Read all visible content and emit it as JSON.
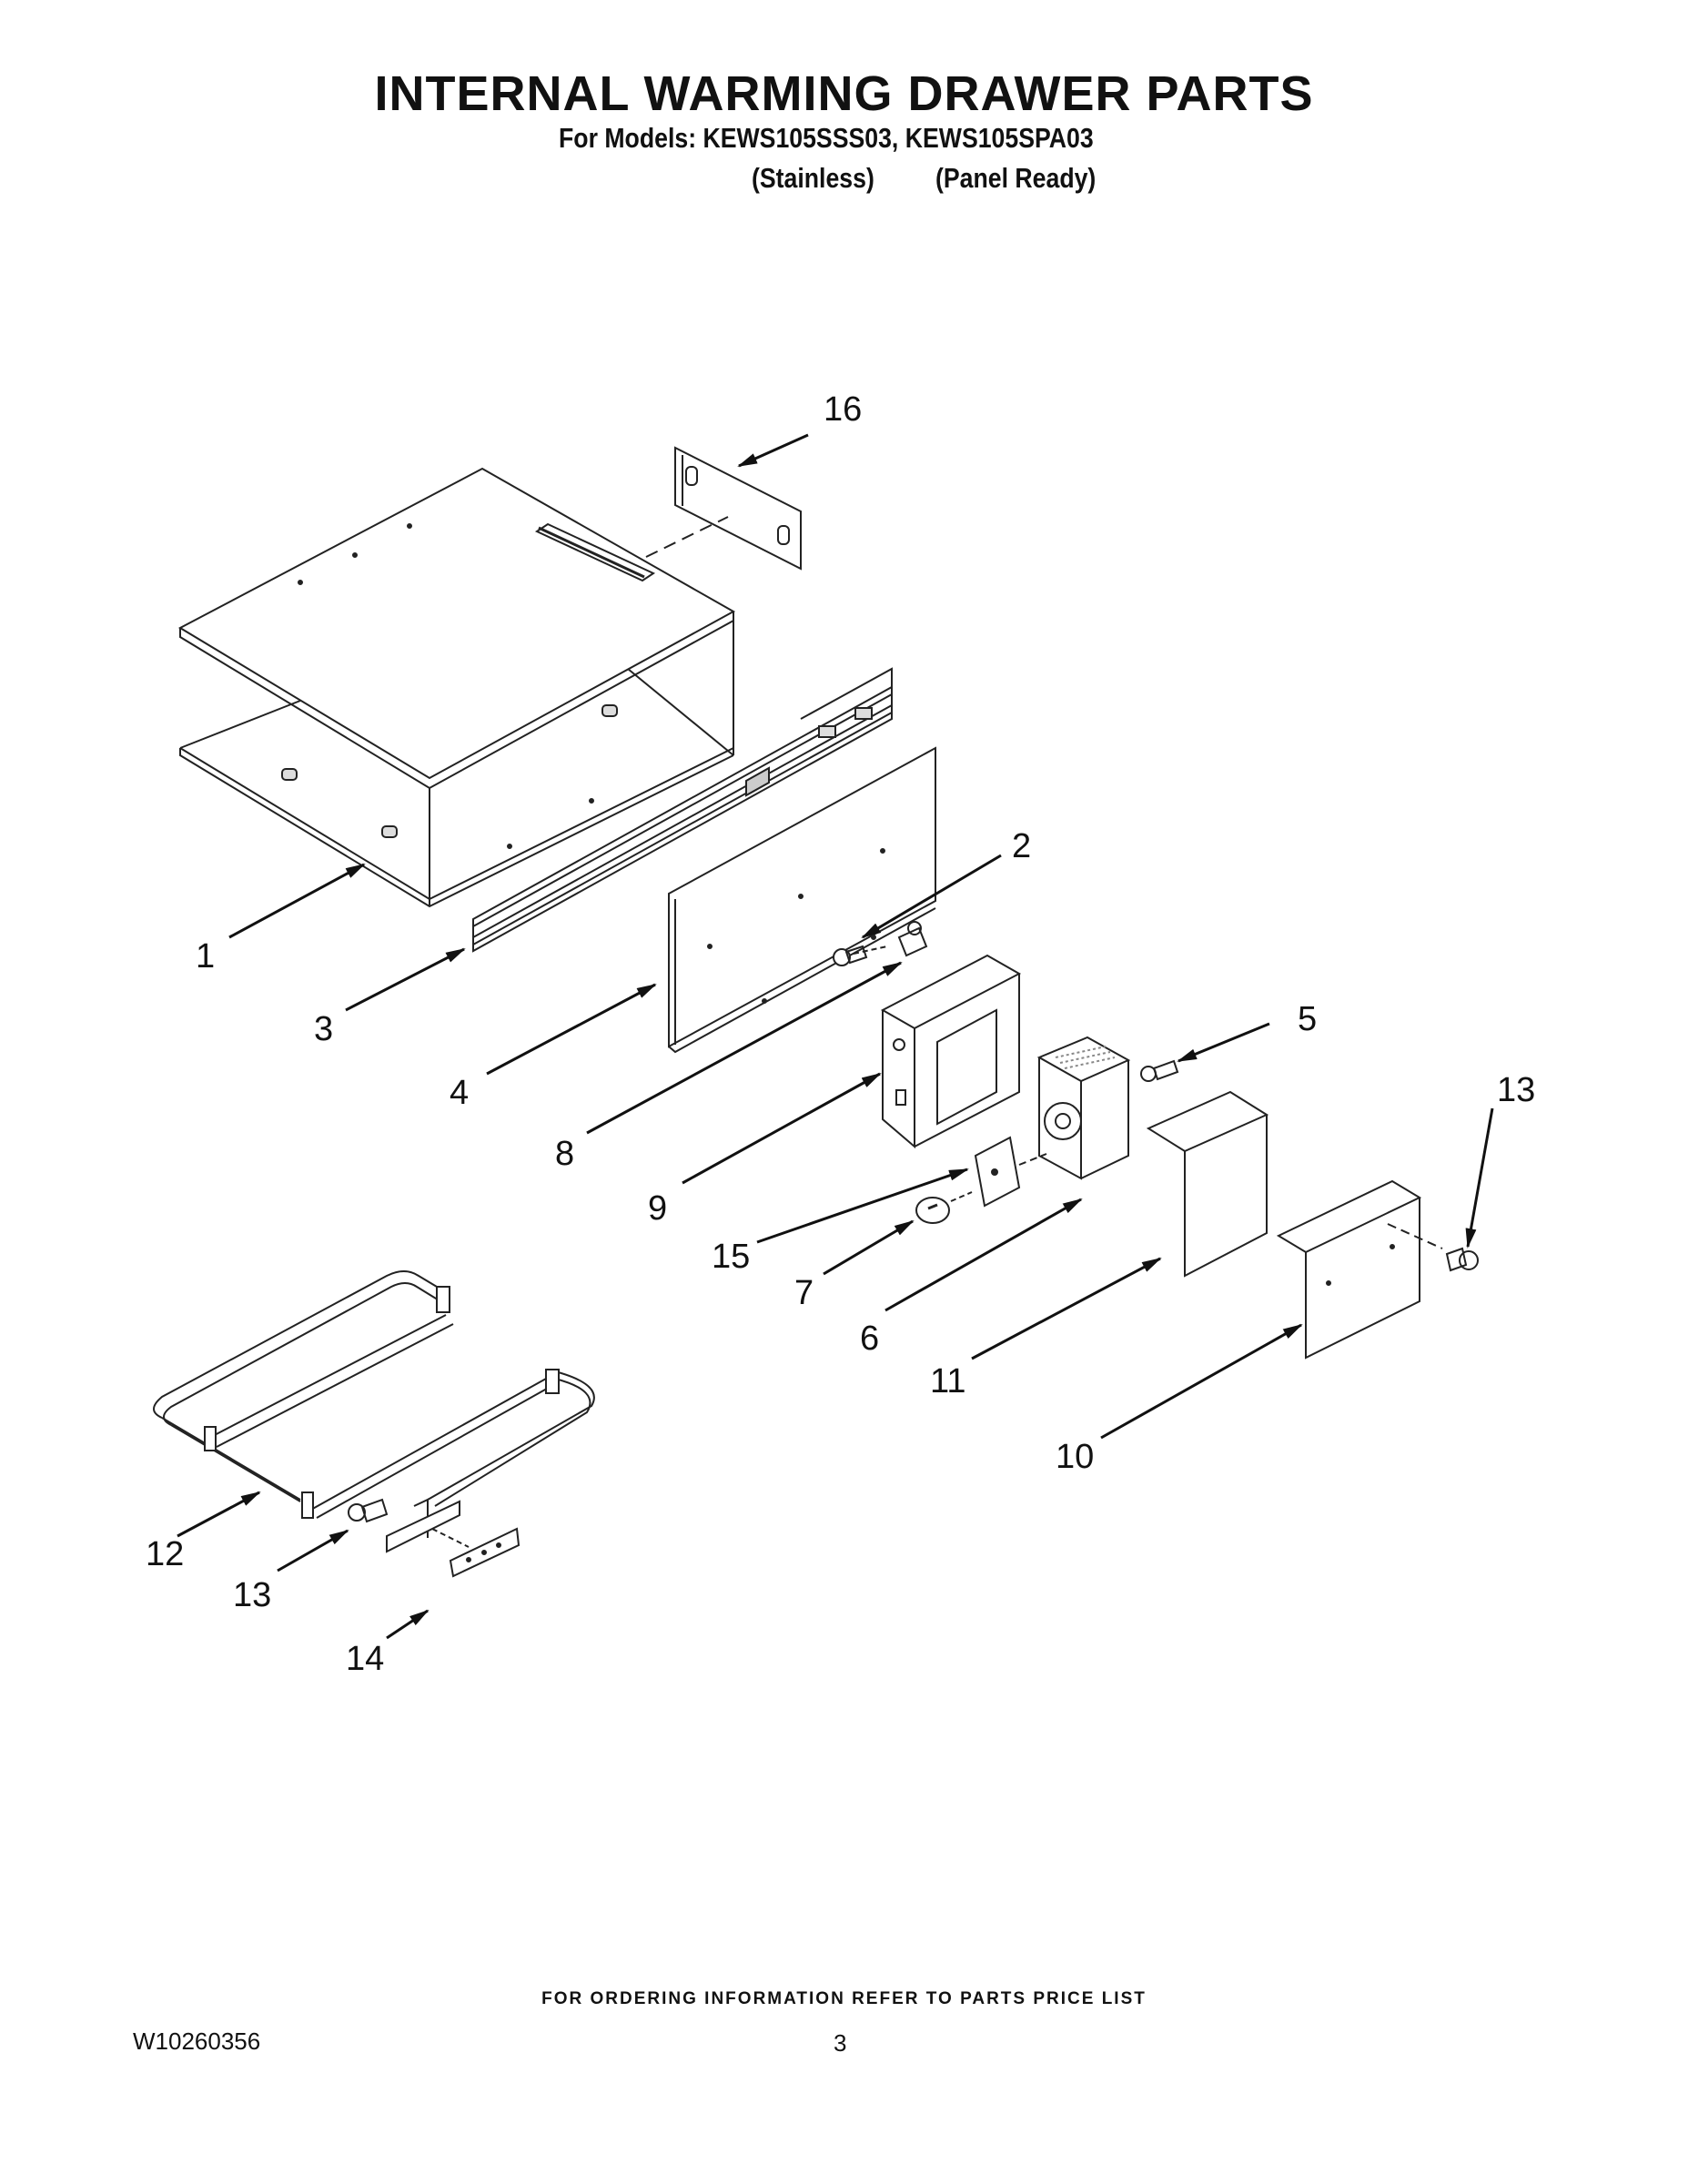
{
  "header": {
    "title": "INTERNAL WARMING DRAWER PARTS",
    "models_line": "For Models: KEWS105SSS03, KEWS105SPA03",
    "variant_1": "(Stainless)",
    "variant_2": "(Panel Ready)"
  },
  "callouts": {
    "c1": "1",
    "c2": "2",
    "c3": "3",
    "c4": "4",
    "c5": "5",
    "c6": "6",
    "c7": "7",
    "c8": "8",
    "c9": "9",
    "c10": "10",
    "c11": "11",
    "c12": "12",
    "c13a": "13",
    "c13b": "13",
    "c14": "14",
    "c15": "15",
    "c16": "16"
  },
  "footer": {
    "ordering_note": "FOR ORDERING INFORMATION REFER TO PARTS PRICE LIST",
    "document_number": "W10260356",
    "page_number": "3"
  }
}
